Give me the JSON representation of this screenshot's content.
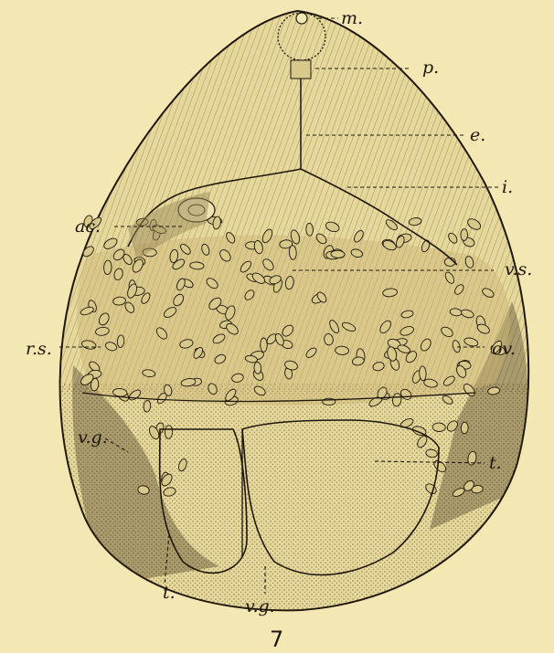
{
  "figure_number": "7",
  "labels": {
    "m": "m.",
    "p": "p.",
    "e": "e.",
    "i": "i.",
    "ac": "ac.",
    "vs": "v.s.",
    "rs": "r.s.",
    "ov": "ov.",
    "vg_left": "v.g.",
    "t_right": "t.",
    "t_bottom": "t.",
    "vg_bottom": "v.g."
  },
  "colors": {
    "paper": "#f3e7b4",
    "ink": "#1f170d",
    "body_fill": "#e6d89a",
    "egg": "#d8c88a"
  }
}
